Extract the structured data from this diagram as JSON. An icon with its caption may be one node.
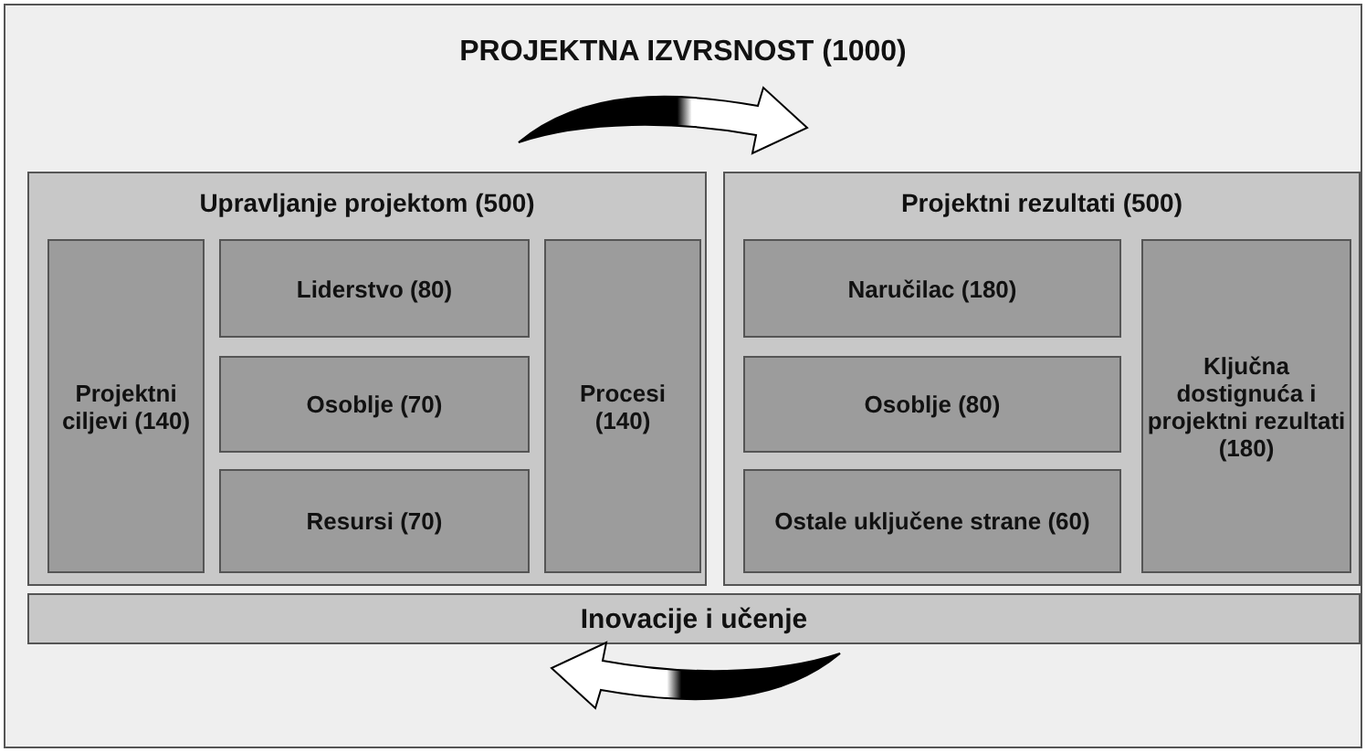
{
  "diagram": {
    "nodes": [
      {
        "text": [
          "PROJEKTNA IZVRSNOST (1000)"
        ]
      },
      {
        "text": [
          "Upravljanje projektom (500)"
        ],
        "in": 0
      },
      {
        "text": [
          "Projektni ciljevi (140)"
        ],
        "in": 1
      },
      {
        "text": [
          "Liderstvo (80)"
        ],
        "in": 1
      },
      {
        "text": [
          "Osoblje (70)"
        ],
        "in": 1
      },
      {
        "text": [
          "Resursi (70)"
        ],
        "in": 1
      },
      {
        "text": [
          "Procesi (140)"
        ],
        "in": 1
      },
      {
        "text": [
          "Projektni rezultati (500)"
        ],
        "in": 0
      },
      {
        "text": [
          "Naručilac (180)"
        ],
        "in": 7
      },
      {
        "text": [
          "Osoblje (80)"
        ],
        "in": 7
      },
      {
        "text": [
          "Ostale uključene strane (60)"
        ],
        "in": 7
      },
      {
        "text": [
          "Ključna dostignuća i projektni rezultati (180)"
        ],
        "in": 7
      },
      {
        "text": [
          "Inovacije i učenje"
        ],
        "in": 0
      }
    ]
  }
}
